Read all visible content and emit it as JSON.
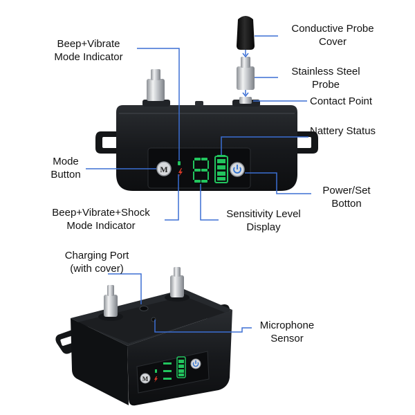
{
  "labels": {
    "probe_cover": [
      "Conductive Probe",
      "Cover"
    ],
    "steel_probe": [
      "Stainless Steel",
      "Probe"
    ],
    "contact_point": [
      "Contact Point"
    ],
    "battery_status": [
      "Nattery Status"
    ],
    "power_set": [
      "Power/Set",
      "Botton"
    ],
    "sensitivity": [
      "Sensitivity Level",
      "Display"
    ],
    "shock_indicator": [
      "Beep+Vibrate+Shock",
      "Mode Indicator"
    ],
    "mode_button": [
      "Mode",
      "Button"
    ],
    "vibrate_indicator": [
      "Beep+Vibrate",
      "Mode Indicator"
    ],
    "charging_port": [
      "Charging Port",
      "(with cover)"
    ],
    "microphone": [
      "Microphone",
      "Sensor"
    ]
  },
  "device_marks": {
    "mode_button_letter": "M"
  },
  "colors": {
    "leader_line": "#3b6fd4",
    "led_green": "#22c55e",
    "led_red": "#e23b2a",
    "body_dark": "#1b1d20",
    "probe_silver": "#c9ccd0"
  }
}
